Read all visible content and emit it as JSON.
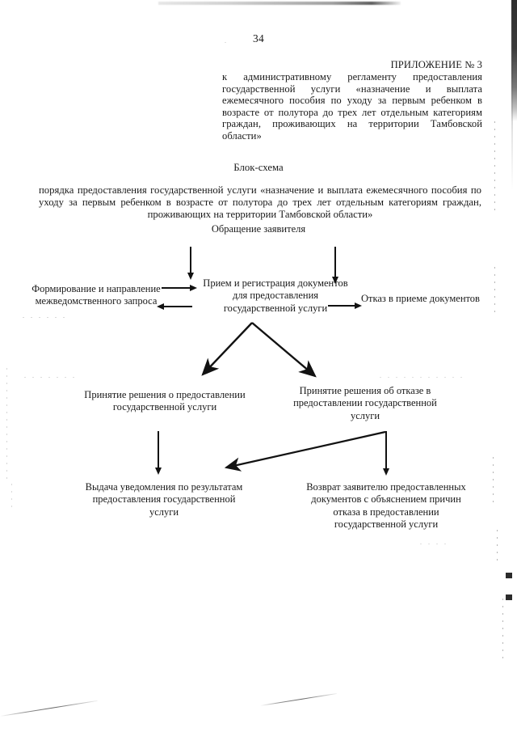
{
  "page": {
    "number": "34"
  },
  "appendix": {
    "title": "ПРИЛОЖЕНИЕ № 3",
    "body": "к административному регламенту предоставления государственной услуги «назначение и выплата ежемесячного пособия по уходу за первым ребенком в возрасте от полутора до трех лет отдельным категориям граждан, проживающих на территории Тамбовской области»"
  },
  "scheme": {
    "title": "Блок-схема",
    "subtitle": "порядка предоставления государственной услуги «назначение и выплата ежемесячного пособия по уходу за первым ребенком в возрасте от полутора до трех лет отдельным категориям граждан, проживающих на территории Тамбовской области»"
  },
  "flowchart": {
    "nodes": [
      {
        "id": "request",
        "label": "Обращение заявителя"
      },
      {
        "id": "interdept",
        "label": "Формирование и направление межведомственного запроса"
      },
      {
        "id": "reception",
        "label": "Прием и регистрация документов для предоставления государственной услуги"
      },
      {
        "id": "refusal",
        "label": "Отказ в приеме документов"
      },
      {
        "id": "decision_grant",
        "label": "Принятие решения о предоставлении государственной услуги"
      },
      {
        "id": "decision_refuse",
        "label": "Принятие решения об отказе в предоставлении государственной услуги"
      },
      {
        "id": "issue_notice",
        "label": "Выдача уведомления по результатам предоставления государственной услуги"
      },
      {
        "id": "return_docs",
        "label": "Возврат заявителю предоставленных документов с объяснением причин отказа в предоставлении государственной услуги"
      }
    ],
    "edges": [
      {
        "from": "request",
        "to": "reception",
        "kind": "vertical-down"
      },
      {
        "from": "request",
        "to": "refusal",
        "kind": "vertical-down"
      },
      {
        "from": "reception",
        "to": "interdept",
        "kind": "horizontal-left"
      },
      {
        "from": "interdept",
        "to": "reception",
        "kind": "horizontal-right"
      },
      {
        "from": "reception",
        "to": "refusal",
        "kind": "horizontal-right"
      },
      {
        "from": "reception",
        "to": "decision_grant",
        "kind": "diagonal-down-left"
      },
      {
        "from": "reception",
        "to": "decision_refuse",
        "kind": "diagonal-down-right"
      },
      {
        "from": "decision_grant",
        "to": "issue_notice",
        "kind": "vertical-down"
      },
      {
        "from": "decision_refuse",
        "to": "return_docs",
        "kind": "vertical-down"
      },
      {
        "from": "decision_refuse",
        "to": "decision_grant",
        "kind": "diagonal-down-left"
      }
    ]
  },
  "colors": {
    "ink": "#1a1a1a",
    "arrow": "#121212",
    "paper": "#ffffff"
  }
}
